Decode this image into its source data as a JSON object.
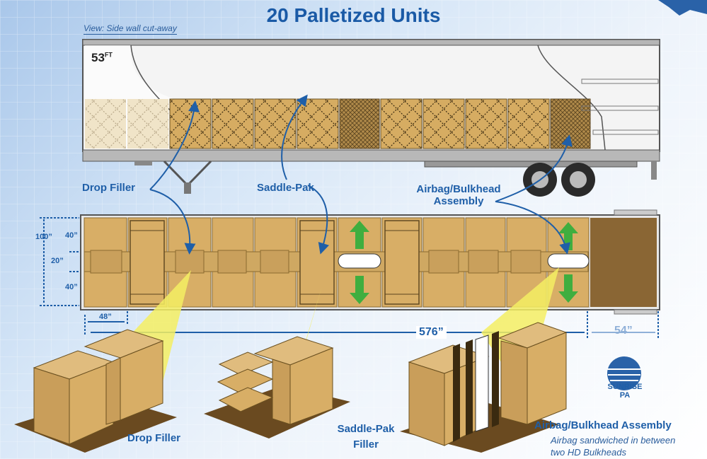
{
  "title": "20 Palletized Units",
  "view_label": "View: Side wall cut-away",
  "trailer_size": "53",
  "trailer_size_unit": "FT",
  "labels": {
    "drop_filler_top": "Drop Filler",
    "saddle_pak_top": "Saddle-Pak",
    "airbag_top_line1": "Airbag/Bulkhead",
    "airbag_top_line2": "Assembly",
    "drop_filler_bottom": "Drop Filler",
    "saddle_pak_bottom_line1": "Saddle-Pak",
    "saddle_pak_bottom_line2": "Filler",
    "airbag_bottom": "Airbag/Bulkhead Assembly",
    "airbag_note_line1": "Airbag sandwiched in between",
    "airbag_note_line2": "two HD Bulkheads"
  },
  "dimensions": {
    "height_total": "100”",
    "height_top": "40”",
    "height_mid": "20”",
    "height_bottom": "40”",
    "pallet_width": "48”",
    "load_length": "576”",
    "void_length": "54”"
  },
  "logo": {
    "line1": "SUNRISE",
    "line2": "PA"
  },
  "colors": {
    "title": "#1a5aa6",
    "label": "#1f5fa8",
    "box": "#d9b06a",
    "arrow_green": "#3fae3f",
    "highlight": "#f4ef63"
  }
}
